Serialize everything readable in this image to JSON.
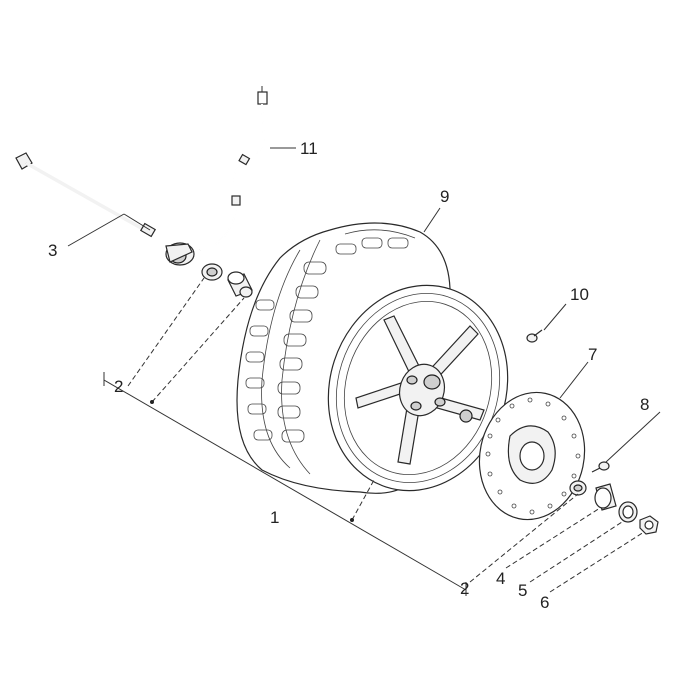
{
  "callouts": {
    "c1": "1",
    "c2a": "2",
    "c2b": "2",
    "c3": "3",
    "c4": "4",
    "c5": "5",
    "c6": "6",
    "c7": "7",
    "c8": "8",
    "c9": "9",
    "c10": "10",
    "c11": "11"
  },
  "colors": {
    "line": "#2a2a2a",
    "fill_light": "#f2f2f2",
    "fill_dark": "#cfcfcf"
  }
}
